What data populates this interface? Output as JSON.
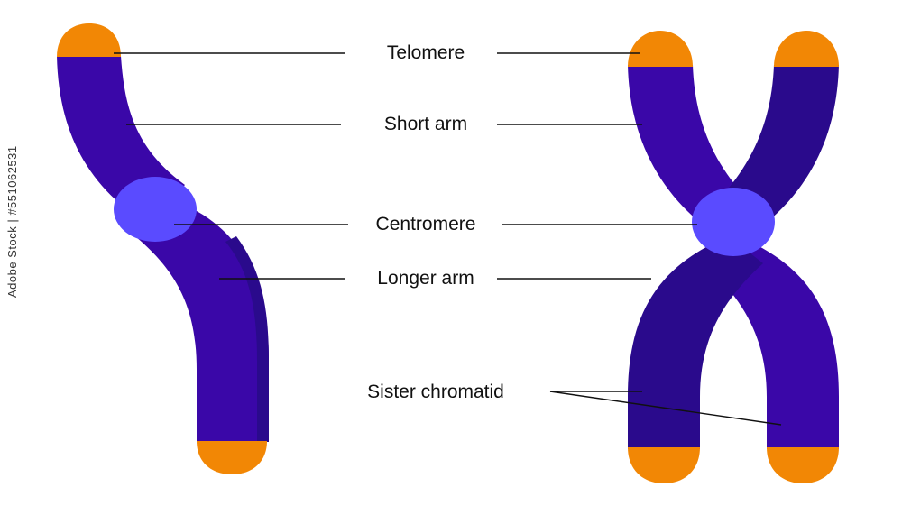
{
  "labels": {
    "telomere": "Telomere",
    "short_arm": "Short arm",
    "centromere": "Centromere",
    "longer_arm": "Longer arm",
    "sister_chromatid": "Sister chromatid"
  },
  "watermark": "Adobe Stock | #551062531",
  "colors": {
    "chromatid": "#3a07a8",
    "chromatid_dark": "#2a0a8c",
    "centromere": "#5a4bff",
    "telomere": "#f28705",
    "leader_line": "#111111"
  }
}
